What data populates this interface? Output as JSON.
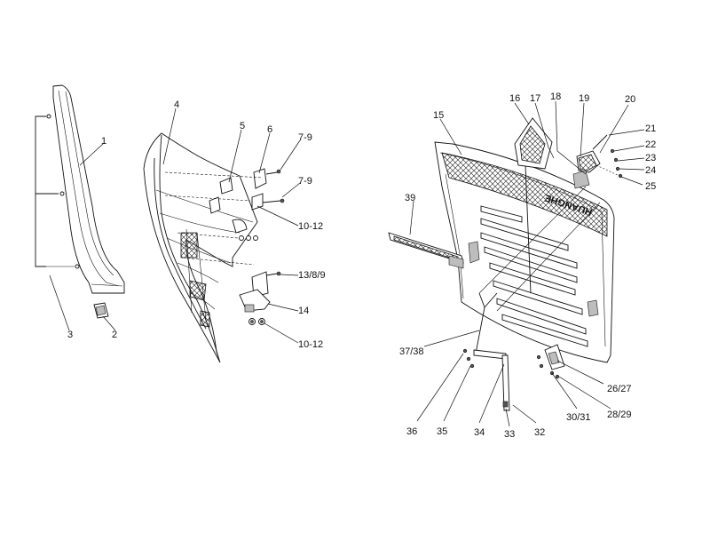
{
  "callouts": {
    "c1": "1",
    "c2": "2",
    "c3": "3",
    "c4": "4",
    "c5": "5",
    "c6": "6",
    "c7a": "7-9",
    "c7b": "7-9",
    "c10a": "10-12",
    "c13": "13/8/9",
    "c14": "14",
    "c10b": "10-12",
    "c15": "15",
    "c16": "16",
    "c17": "17",
    "c18": "18",
    "c19": "19",
    "c20": "20",
    "c21": "21",
    "c22": "22",
    "c23": "23",
    "c24": "24",
    "c25": "25",
    "c39": "39",
    "c37": "37/38",
    "c26": "26/27",
    "c28": "28/29",
    "c30": "30/31",
    "c36": "36",
    "c35": "35",
    "c34": "34",
    "c33": "33",
    "c32": "32"
  },
  "grille_badge": "HUANGHE"
}
